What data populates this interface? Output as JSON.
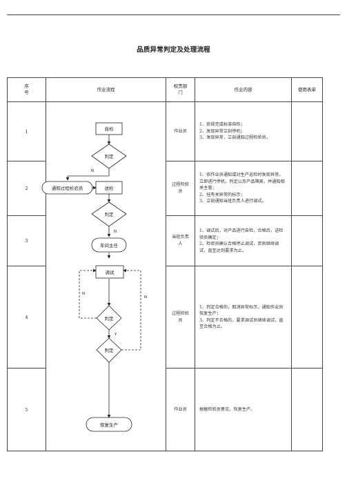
{
  "title": "品质异常判定及处理流程",
  "header": {
    "seq": "序号",
    "flow": "作业流程",
    "dept": "权责部门",
    "content": "作业内容",
    "forms": "使用表单"
  },
  "rows": [
    {
      "seq": "1",
      "dept": "作业员",
      "content": [
        "1、依规范或标准自检；",
        "2、发现异常立刻停机；",
        "3、发现异常，立刻通知过程检验员。"
      ]
    },
    {
      "seq": "2",
      "dept": "过程检验员",
      "content": [
        "1、依作业员通知或对生产巡检时发现异常，立即进行停机，判定以及产品隔离，并通知相关主管；",
        "2、挂有关异常的标示；",
        "3、立刻通知当班负责人进行调试。"
      ]
    },
    {
      "seq": "3",
      "dept": "当班负责人",
      "content": [
        "1、调试后，对产品进行自检，合格后，送检验员确定；",
        "2、检验员确认合格停止调试，否则继续调试，直至达到要求为止。"
      ]
    },
    {
      "seq": "4",
      "dept": "过程检验员",
      "content": [
        "1、判定合格的，取消异常标示，通知作业员恢复生产；",
        "3、判定不合格的，要求调试员继续调试，直至合格为止。"
      ]
    },
    {
      "seq": "5",
      "dept": "作业员",
      "content": [
        "根据检验员意见，恢复生产。"
      ]
    }
  ],
  "flow": {
    "self_check": "自检",
    "judge1": "判定",
    "notify": "通知过程检验员",
    "send_check": "送检",
    "judge2": "判定",
    "supervisor": "车间主任",
    "adjust": "调试",
    "judge3": "判定",
    "judge4": "判定",
    "resume": "恢复生产",
    "n1": "N",
    "n2": "N",
    "n3": "N",
    "n4": "N",
    "y1": "Y"
  }
}
